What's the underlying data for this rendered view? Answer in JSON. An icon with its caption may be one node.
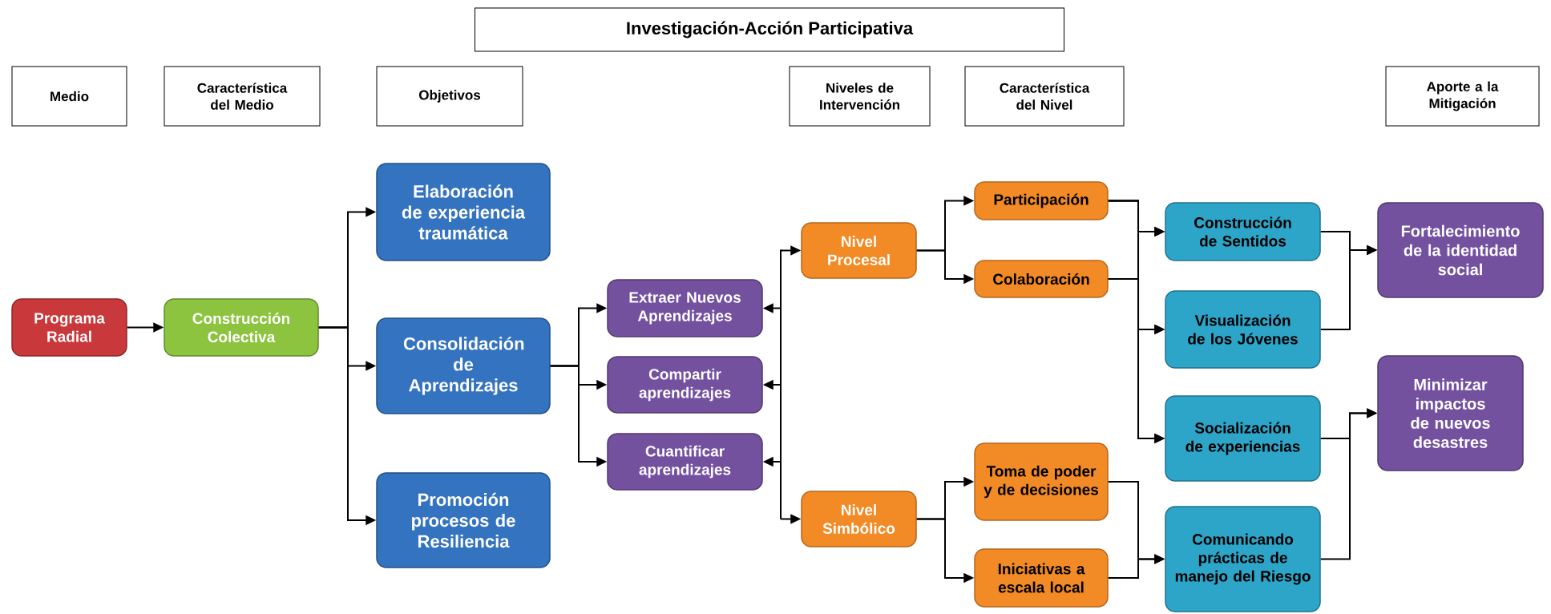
{
  "diagram": {
    "title": "Investigación-Acción Participativa",
    "nodes": [
      {
        "text": [
          "Medio"
        ]
      },
      {
        "text": [
          "Característica del Medio"
        ]
      },
      {
        "text": [
          "Objetivos"
        ]
      },
      {
        "text": [
          "Niveles de Intervención"
        ]
      },
      {
        "text": [
          "Característica del Nivel"
        ]
      },
      {
        "text": [
          "Aporte a la Mitigación"
        ]
      },
      {
        "text": [
          "Programa Radial"
        ]
      },
      {
        "text": [
          "Construcción Colectiva"
        ]
      },
      {
        "text": [
          "Elaboración de experiencia traumática"
        ]
      },
      {
        "text": [
          "Consolidación de Aprendizajes"
        ]
      },
      {
        "text": [
          "Promoción procesos de Resiliencia"
        ]
      },
      {
        "text": [
          "Extraer Nuevos Aprendizajes"
        ]
      },
      {
        "text": [
          "Compartir aprendizajes"
        ]
      },
      {
        "text": [
          "Cuantificar aprendizajes"
        ]
      },
      {
        "text": [
          "Nivel Procesal"
        ]
      },
      {
        "text": [
          "Nivel Simbólico"
        ]
      },
      {
        "text": [
          "Participación"
        ]
      },
      {
        "text": [
          "Colaboración"
        ]
      },
      {
        "text": [
          "Toma de poder y de decisiones"
        ]
      },
      {
        "text": [
          "Iniciativas a escala local"
        ]
      },
      {
        "text": [
          "Construcción de Sentidos"
        ]
      },
      {
        "text": [
          "Visualización de los Jóvenes"
        ]
      },
      {
        "text": [
          "Socialización de experiencias"
        ]
      },
      {
        "text": [
          "Comunicando prácticas de manejo del Riesgo"
        ]
      },
      {
        "text": [
          "Fortalecimiento de la identidad social"
        ]
      },
      {
        "text": [
          "Minimizar impactos de nuevos desastres"
        ]
      },
      {
        "text": [],
        "shape": "bar"
      }
    ],
    "edges": [
      {
        "from": 6,
        "to": 7,
        "arrow": "to"
      },
      {
        "from": 7,
        "to": 8,
        "arrow": "to"
      },
      {
        "from": 7,
        "to": 9,
        "arrow": "to"
      },
      {
        "from": 7,
        "to": 10,
        "arrow": "to"
      },
      {
        "from": 9,
        "to": 11,
        "arrow": "to"
      },
      {
        "from": 9,
        "to": 12,
        "arrow": "to"
      },
      {
        "from": 9,
        "to": 13,
        "arrow": "to"
      },
      {
        "from": 26,
        "to": 11,
        "arrow": "to"
      },
      {
        "from": 26,
        "to": 12,
        "arrow": "to"
      },
      {
        "from": 26,
        "to": 13,
        "arrow": "to"
      },
      {
        "from": 26,
        "to": 14,
        "arrow": "to"
      },
      {
        "from": 26,
        "to": 15,
        "arrow": "to"
      },
      {
        "from": 14,
        "to": 16,
        "arrow": "to"
      },
      {
        "from": 14,
        "to": 17,
        "arrow": "to"
      },
      {
        "from": 15,
        "to": 18,
        "arrow": "to"
      },
      {
        "from": 15,
        "to": 19,
        "arrow": "to"
      },
      {
        "from": 16,
        "to": 20,
        "arrow": "to"
      },
      {
        "from": 16,
        "to": 21,
        "arrow": "to"
      },
      {
        "from": 16,
        "to": 22,
        "arrow": "to"
      },
      {
        "from": 17,
        "to": 20,
        "arrow": "to"
      },
      {
        "from": 17,
        "to": 21,
        "arrow": "to"
      },
      {
        "from": 17,
        "to": 22,
        "arrow": "to"
      },
      {
        "from": 18,
        "to": 23,
        "arrow": "to"
      },
      {
        "from": 19,
        "to": 23,
        "arrow": "to"
      },
      {
        "from": 20,
        "to": 24,
        "arrow": "to"
      },
      {
        "from": 21,
        "to": 24,
        "arrow": "to"
      },
      {
        "from": 22,
        "to": 25,
        "arrow": "to"
      },
      {
        "from": 23,
        "to": 25,
        "arrow": "to"
      }
    ]
  }
}
